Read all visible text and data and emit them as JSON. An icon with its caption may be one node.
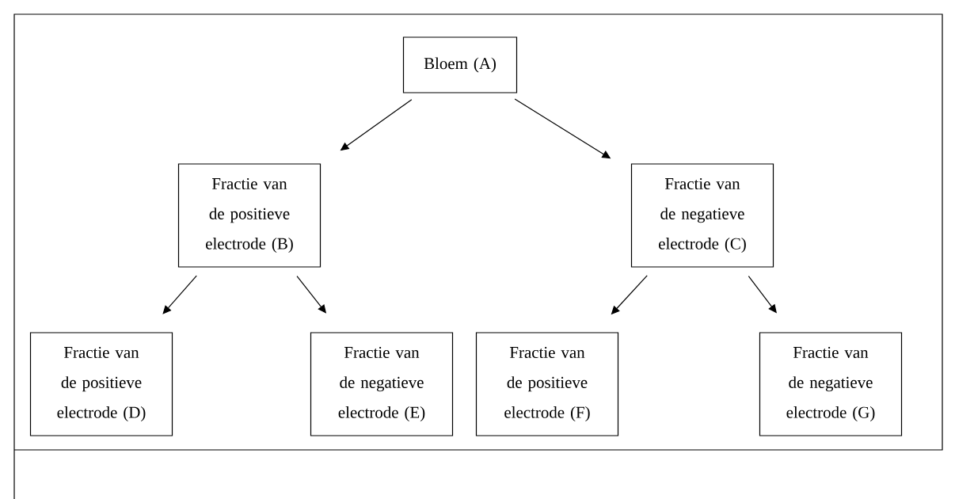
{
  "diagram": {
    "nodes": [
      {
        "text": [
          "Bloem (A)"
        ]
      },
      {
        "text": [
          "Fractie van de positieve electrode (B)"
        ]
      },
      {
        "text": [
          "Fractie van de negatieve electrode (C)"
        ]
      },
      {
        "text": [
          "Fractie van de positieve electrode (D)"
        ]
      },
      {
        "text": [
          "Fractie van de negatieve electrode (E)"
        ]
      },
      {
        "text": [
          "Fractie van de positieve electrode (F)"
        ]
      },
      {
        "text": [
          "Fractie van de negatieve electrode (G)"
        ]
      }
    ],
    "edges": [
      {
        "from": 0,
        "to": 1,
        "arrow": "to"
      },
      {
        "from": 0,
        "to": 2,
        "arrow": "to"
      },
      {
        "from": 1,
        "to": 3,
        "arrow": "to"
      },
      {
        "from": 1,
        "to": 4,
        "arrow": "to"
      },
      {
        "from": 2,
        "to": 5,
        "arrow": "to"
      },
      {
        "from": 2,
        "to": 6,
        "arrow": "to"
      }
    ]
  }
}
